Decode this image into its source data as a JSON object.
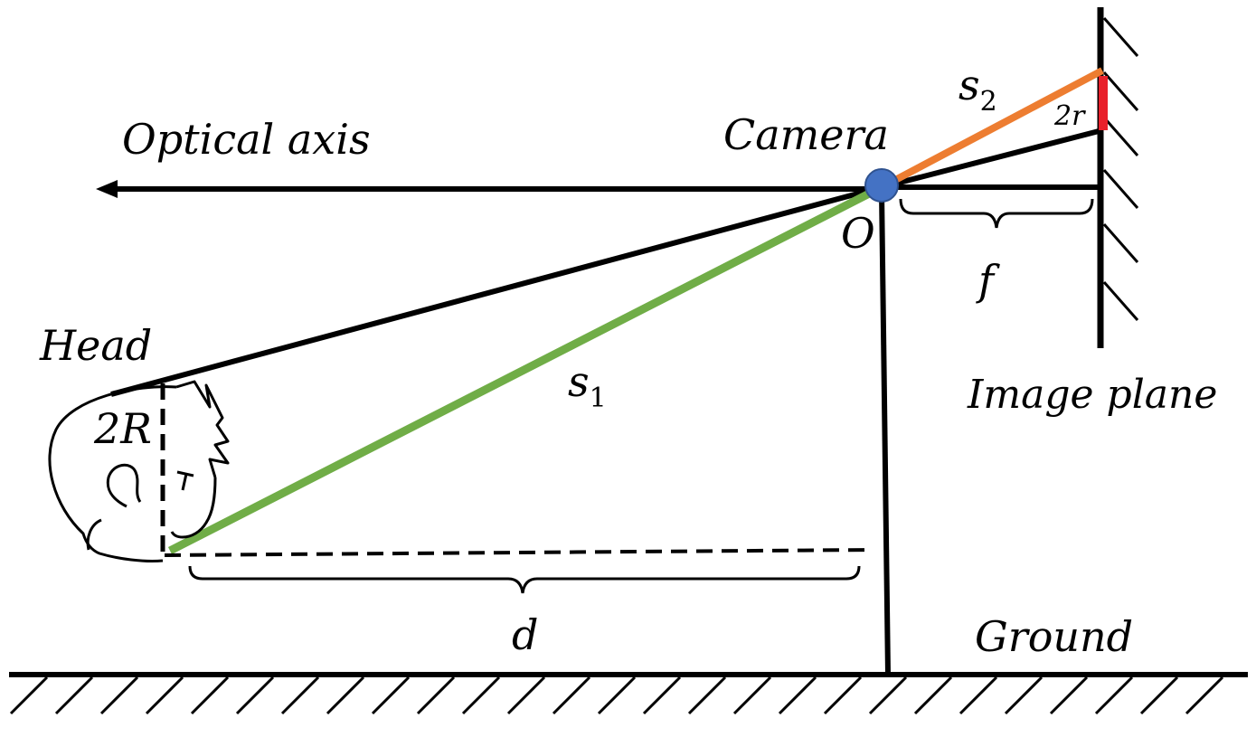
{
  "labels": {
    "optical_axis": "Optical axis",
    "camera": "Camera",
    "origin": "O",
    "focal_length": "f",
    "image_plane": "Image plane",
    "head": "Head",
    "head_size": "2R",
    "image_size": "2r",
    "s1_main": "s",
    "s1_sub": "1",
    "s2_main": "s",
    "s2_sub": "2",
    "distance": "d",
    "ground": "Ground"
  },
  "colors": {
    "line": "#000000",
    "s1_ray": "#70ad47",
    "s2_ray": "#ed7d31",
    "image_segment": "#e8202a",
    "camera_dot": "#4472c4",
    "camera_dot_outline": "#2f528f"
  }
}
